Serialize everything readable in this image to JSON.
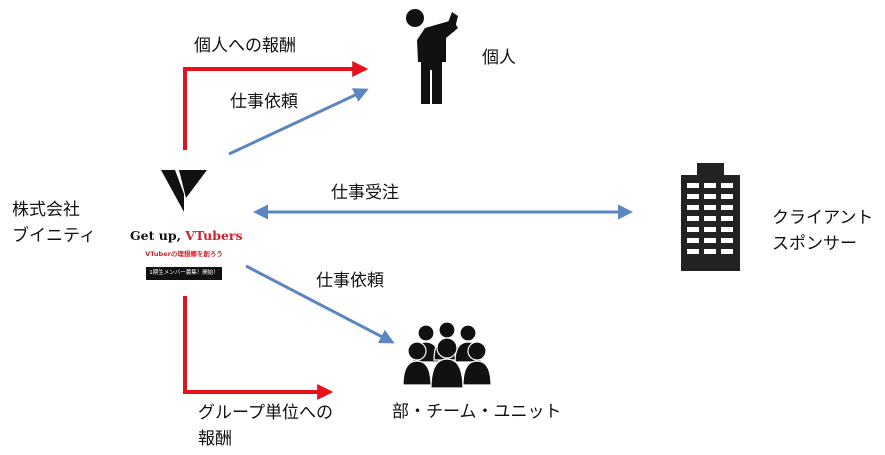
{
  "labels": {
    "company": [
      "株式会社",
      "ブイニティ"
    ],
    "reward_individual": "個人への報酬",
    "work_request_individual": "仕事依頼",
    "individual": "個人",
    "order_received": "仕事受注",
    "client": [
      "クライアント",
      "スポンサー"
    ],
    "work_request_team": "仕事依頼",
    "team": "部・チーム・ユニット",
    "reward_group": [
      "グループ単位への",
      "報酬"
    ]
  },
  "logo": {
    "headline_main": "Get up, ",
    "headline_accent": "VTubers",
    "subline": "VTuberの理想郷を創ろう",
    "banner": "1期生メンバー募集！開始！"
  },
  "colors": {
    "red_arrow": "#e8111b",
    "blue_arrow": "#5b86bf",
    "icon": "#111111",
    "accent": "#d3212c"
  },
  "icons": [
    "person-raising-hand-icon",
    "office-building-icon",
    "group-of-people-icon",
    "vinity-v-logo-icon"
  ]
}
